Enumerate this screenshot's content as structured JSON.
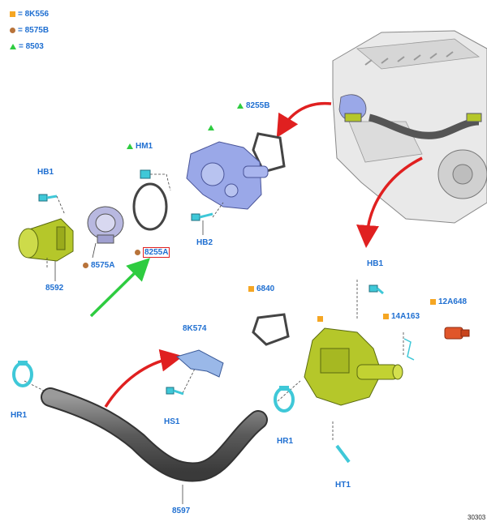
{
  "legend": [
    {
      "symbol": "square",
      "text": "= 8K556"
    },
    {
      "symbol": "circle",
      "text": "= 8575B"
    },
    {
      "symbol": "triangle",
      "text": "= 8503"
    }
  ],
  "labels": {
    "b8255b": "8255B",
    "hm1": "HM1",
    "hb1_top": "HB1",
    "hb2": "HB2",
    "b8592": "8592",
    "b8575a": "8575A",
    "b8255a": "8255A",
    "hb1_right": "HB1",
    "b6840": "6840",
    "b14a163": "14A163",
    "b12a648": "12A648",
    "b8k574": "8K574",
    "hr1_left": "HR1",
    "hs1": "HS1",
    "hr1_right": "HR1",
    "ht1": "HT1",
    "b8597": "8597"
  },
  "reference": "30303",
  "colors": {
    "label": "#1f6fd1",
    "square_marker": "#f5a623",
    "circle_marker": "#b8733a",
    "triangle_marker": "#2ecc40",
    "highlight_box": "#e02020",
    "red_arrow": "#e02020",
    "green_arrow": "#2ecc40",
    "housing_green": "#b5c72a",
    "pump_blue": "#9aa8e8",
    "fastener_cyan": "#3fc8d8",
    "hose_gray": "#707070",
    "sensor_red": "#e0552a"
  }
}
